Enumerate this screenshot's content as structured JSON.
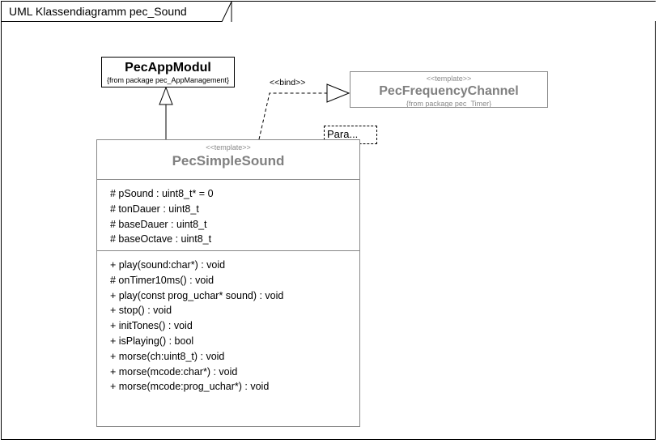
{
  "diagram": {
    "tab_title": "UML Klassendiagramm pec_Sound",
    "colors": {
      "line_black": "#000000",
      "line_grey": "#888888",
      "title_grey": "#808080",
      "stereotype_grey": "#8a8a8a",
      "background": "#ffffff"
    }
  },
  "classes": {
    "pec_app_modul": {
      "name": "PecAppModul",
      "from_package": "{from package pec_AppManagement}"
    },
    "pec_frequency_channel": {
      "stereotype": "<<template>>",
      "name": "PecFrequencyChannel",
      "from_package": "{from package pec_Timer}"
    },
    "pec_simple_sound": {
      "stereotype": "<<template>>",
      "name": "PecSimpleSound",
      "attributes": [
        "# pSound : uint8_t* = 0",
        "# tonDauer : uint8_t",
        "# baseDauer : uint8_t",
        "# baseOctave : uint8_t"
      ],
      "operations": [
        "+ play(sound:char*) : void",
        "# onTimer10ms() : void",
        "+ play(const prog_uchar* sound) : void",
        "+ stop() : void",
        "+ initTones() : void",
        "+ isPlaying() : bool",
        "+ morse(ch:uint8_t) : void",
        "+ morse(mcode:char*) : void",
        "+ morse(mcode:prog_uchar*) : void"
      ]
    }
  },
  "relations": {
    "generalization": {
      "label": "",
      "source": "PecSimpleSound",
      "target": "PecAppModul",
      "arrow": "hollow-triangle"
    },
    "bind": {
      "label": "<<bind>>",
      "source": "PecSimpleSound",
      "target": "PecFrequencyChannel",
      "arrow": "hollow-triangle-dashed"
    }
  },
  "template_parameter": {
    "label": "Para..."
  }
}
